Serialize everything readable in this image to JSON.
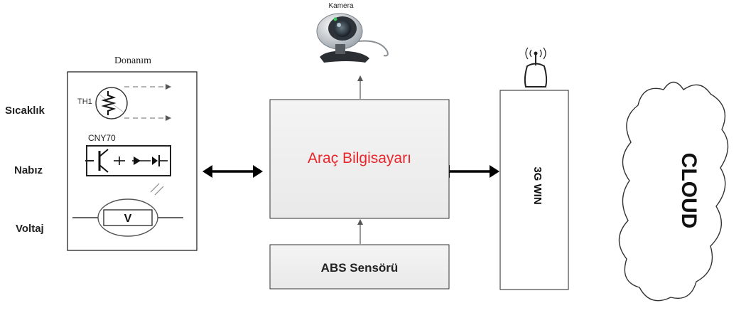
{
  "hardware": {
    "title": "Donanım",
    "sensors": [
      {
        "label": "Sıcaklık",
        "component": "TH1"
      },
      {
        "label": "Nabız",
        "component": "CNY70"
      },
      {
        "label": "Voltaj",
        "component": "V"
      }
    ]
  },
  "camera": {
    "label": "Kamera"
  },
  "computer": {
    "label": "Araç Bilgisayarı",
    "color": "#e8262b"
  },
  "abs": {
    "label": "ABS Sensörü"
  },
  "modem": {
    "label": "3G WIN"
  },
  "cloud": {
    "label": "CLOUD"
  }
}
